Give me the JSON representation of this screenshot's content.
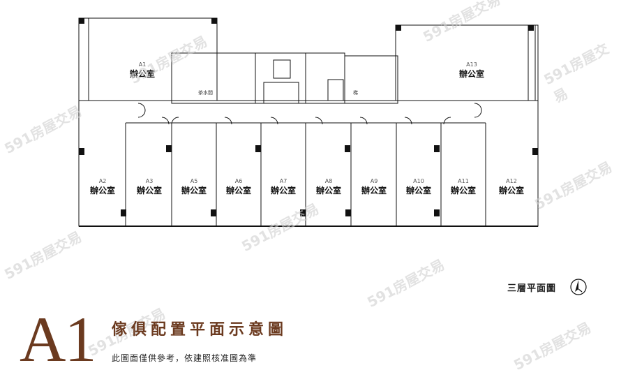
{
  "rooms": [
    {
      "id": "A1",
      "label": "辦公室"
    },
    {
      "id": "A2",
      "label": "辦公室"
    },
    {
      "id": "A3",
      "label": "辦公室"
    },
    {
      "id": "A5",
      "label": "辦公室"
    },
    {
      "id": "A6",
      "label": "辦公室"
    },
    {
      "id": "A7",
      "label": "辦公室"
    },
    {
      "id": "A8",
      "label": "辦公室"
    },
    {
      "id": "A9",
      "label": "辦公室"
    },
    {
      "id": "A10",
      "label": "辦公室"
    },
    {
      "id": "A11",
      "label": "辦公室"
    },
    {
      "id": "A12",
      "label": "辦公室"
    },
    {
      "id": "A13",
      "label": "辦公室"
    }
  ],
  "small_labels": {
    "meeting": "茶水間",
    "stair": "梯"
  },
  "floor_label": "三層平面圖",
  "big_code": "A1",
  "subtitle": "傢俱配置平面示意圖",
  "note": "此圖面僅供參考，依建照核准圖為準",
  "watermark": "591房屋交易",
  "colors": {
    "accent": "#6b3a1f",
    "line": "#111111"
  }
}
